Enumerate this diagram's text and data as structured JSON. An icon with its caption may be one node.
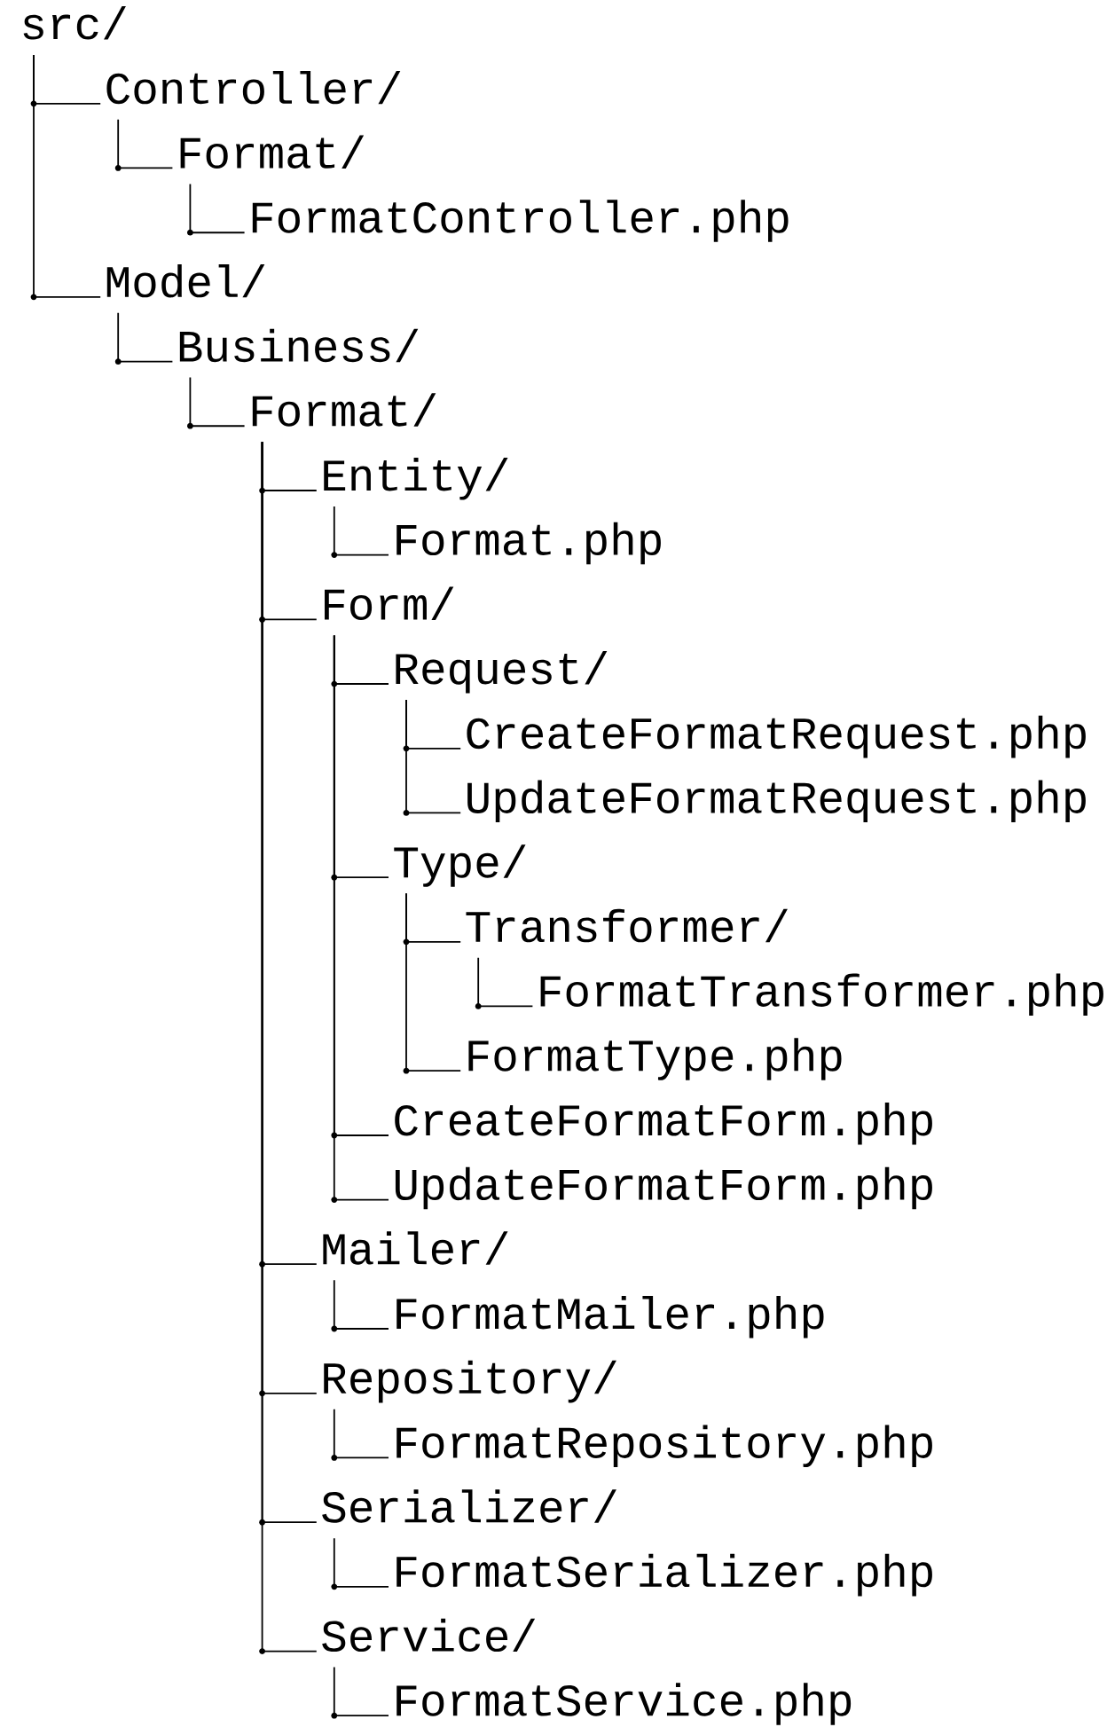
{
  "diagram": {
    "nodes": [
      {
        "text": [
          "src/"
        ]
      },
      {
        "text": [
          "Controller/"
        ]
      },
      {
        "text": [
          "Format/"
        ]
      },
      {
        "text": [
          "FormatController.php"
        ]
      },
      {
        "text": [
          "Model/"
        ]
      },
      {
        "text": [
          "Business/"
        ]
      },
      {
        "text": [
          "Format/"
        ]
      },
      {
        "text": [
          "Entity/"
        ]
      },
      {
        "text": [
          "Format.php"
        ]
      },
      {
        "text": [
          "Form/"
        ]
      },
      {
        "text": [
          "Request/"
        ]
      },
      {
        "text": [
          "CreateFormatRequest.php"
        ]
      },
      {
        "text": [
          "UpdateFormatRequest.php"
        ]
      },
      {
        "text": [
          "Type/"
        ]
      },
      {
        "text": [
          "Transformer/"
        ]
      },
      {
        "text": [
          "FormatTransformer.php"
        ]
      },
      {
        "text": [
          "FormatType.php"
        ]
      },
      {
        "text": [
          "CreateFormatForm.php"
        ]
      },
      {
        "text": [
          "UpdateFormatForm.php"
        ]
      },
      {
        "text": [
          "Mailer/"
        ]
      },
      {
        "text": [
          "FormatMailer.php"
        ]
      },
      {
        "text": [
          "Repository/"
        ]
      },
      {
        "text": [
          "FormatRepository.php"
        ]
      },
      {
        "text": [
          "Serializer/"
        ]
      },
      {
        "text": [
          "FormatSerializer.php"
        ]
      },
      {
        "text": [
          "Service/"
        ]
      },
      {
        "text": [
          "FormatService.php"
        ]
      }
    ],
    "edges": [
      {
        "from": 0,
        "to": 1,
        "arrow": "none"
      },
      {
        "from": 1,
        "to": 2,
        "arrow": "none"
      },
      {
        "from": 2,
        "to": 3,
        "arrow": "none"
      },
      {
        "from": 0,
        "to": 4,
        "arrow": "none"
      },
      {
        "from": 4,
        "to": 5,
        "arrow": "none"
      },
      {
        "from": 5,
        "to": 6,
        "arrow": "none"
      },
      {
        "from": 6,
        "to": 7,
        "arrow": "none"
      },
      {
        "from": 7,
        "to": 8,
        "arrow": "none"
      },
      {
        "from": 6,
        "to": 9,
        "arrow": "none"
      },
      {
        "from": 9,
        "to": 10,
        "arrow": "none"
      },
      {
        "from": 10,
        "to": 11,
        "arrow": "none"
      },
      {
        "from": 10,
        "to": 12,
        "arrow": "none"
      },
      {
        "from": 9,
        "to": 13,
        "arrow": "none"
      },
      {
        "from": 13,
        "to": 14,
        "arrow": "none"
      },
      {
        "from": 14,
        "to": 15,
        "arrow": "none"
      },
      {
        "from": 13,
        "to": 16,
        "arrow": "none"
      },
      {
        "from": 9,
        "to": 17,
        "arrow": "none"
      },
      {
        "from": 9,
        "to": 18,
        "arrow": "none"
      },
      {
        "from": 6,
        "to": 19,
        "arrow": "none"
      },
      {
        "from": 19,
        "to": 20,
        "arrow": "none"
      },
      {
        "from": 6,
        "to": 21,
        "arrow": "none"
      },
      {
        "from": 21,
        "to": 22,
        "arrow": "none"
      },
      {
        "from": 6,
        "to": 23,
        "arrow": "none"
      },
      {
        "from": 23,
        "to": 24,
        "arrow": "none"
      },
      {
        "from": 6,
        "to": 25,
        "arrow": "none"
      },
      {
        "from": 25,
        "to": 26,
        "arrow": "none"
      }
    ]
  }
}
